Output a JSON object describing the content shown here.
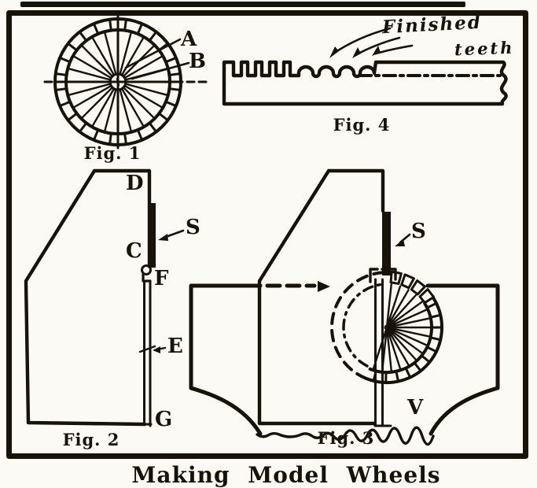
{
  "title": "Making Model Wheels",
  "caption": "Making Model Wheels",
  "fig1": {
    "caption": "Fig. 1",
    "label_a": "A",
    "label_b": "B"
  },
  "fig2": {
    "caption": "Fig. 2",
    "label_d": "D",
    "label_s": "S",
    "label_c": "C",
    "label_f": "F",
    "label_e": "E",
    "label_g": "G"
  },
  "fig3": {
    "caption": "Fig. 3",
    "label_s": "S",
    "label_v": "V"
  },
  "fig4": {
    "caption": "Fig. 4",
    "annotation_line1": "Finished",
    "annotation_line2": "teeth"
  },
  "colors": {
    "ink": "#171309",
    "paper": "#fbfaf5"
  }
}
